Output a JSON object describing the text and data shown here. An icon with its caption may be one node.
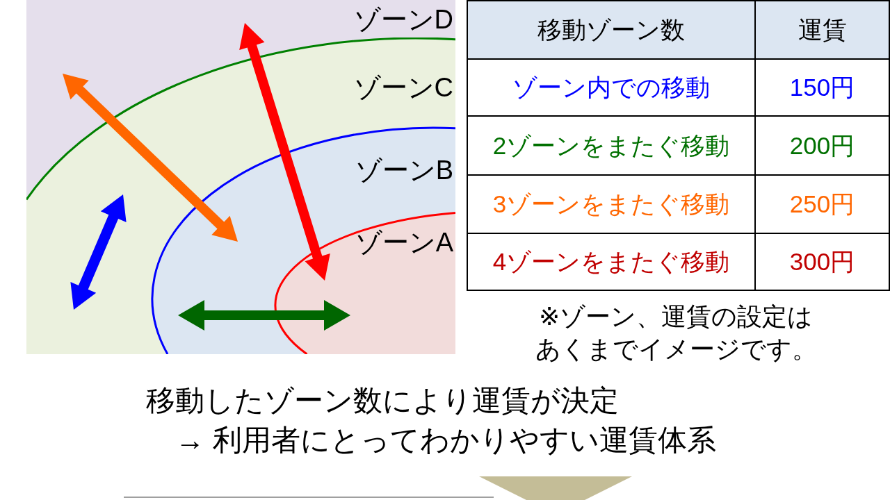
{
  "diagram": {
    "nodes": [
      {
        "text": [
          "ゾーンD"
        ]
      },
      {
        "text": [
          "ゾーンC"
        ],
        "in": 0
      },
      {
        "text": [
          "ゾーンB"
        ],
        "in": 1
      },
      {
        "text": [
          "ゾーンA"
        ],
        "in": 2
      },
      {
        "text": [],
        "shape": "triangle"
      }
    ],
    "labels": [
      "移動ゾーン数",
      "運賃",
      "ゾーン内での移動",
      "150円",
      "2ゾーンをまたぐ移動",
      "200円",
      "3ゾーンをまたぐ移動",
      "250円",
      "4ゾーンをまたぐ移動",
      "300円",
      "※ゾーン、運賃の設定はあくまでイメージです。",
      "移動したゾーン数により運賃が決定",
      "→ 利用者にとってわかりやすい運賃体系"
    ]
  }
}
